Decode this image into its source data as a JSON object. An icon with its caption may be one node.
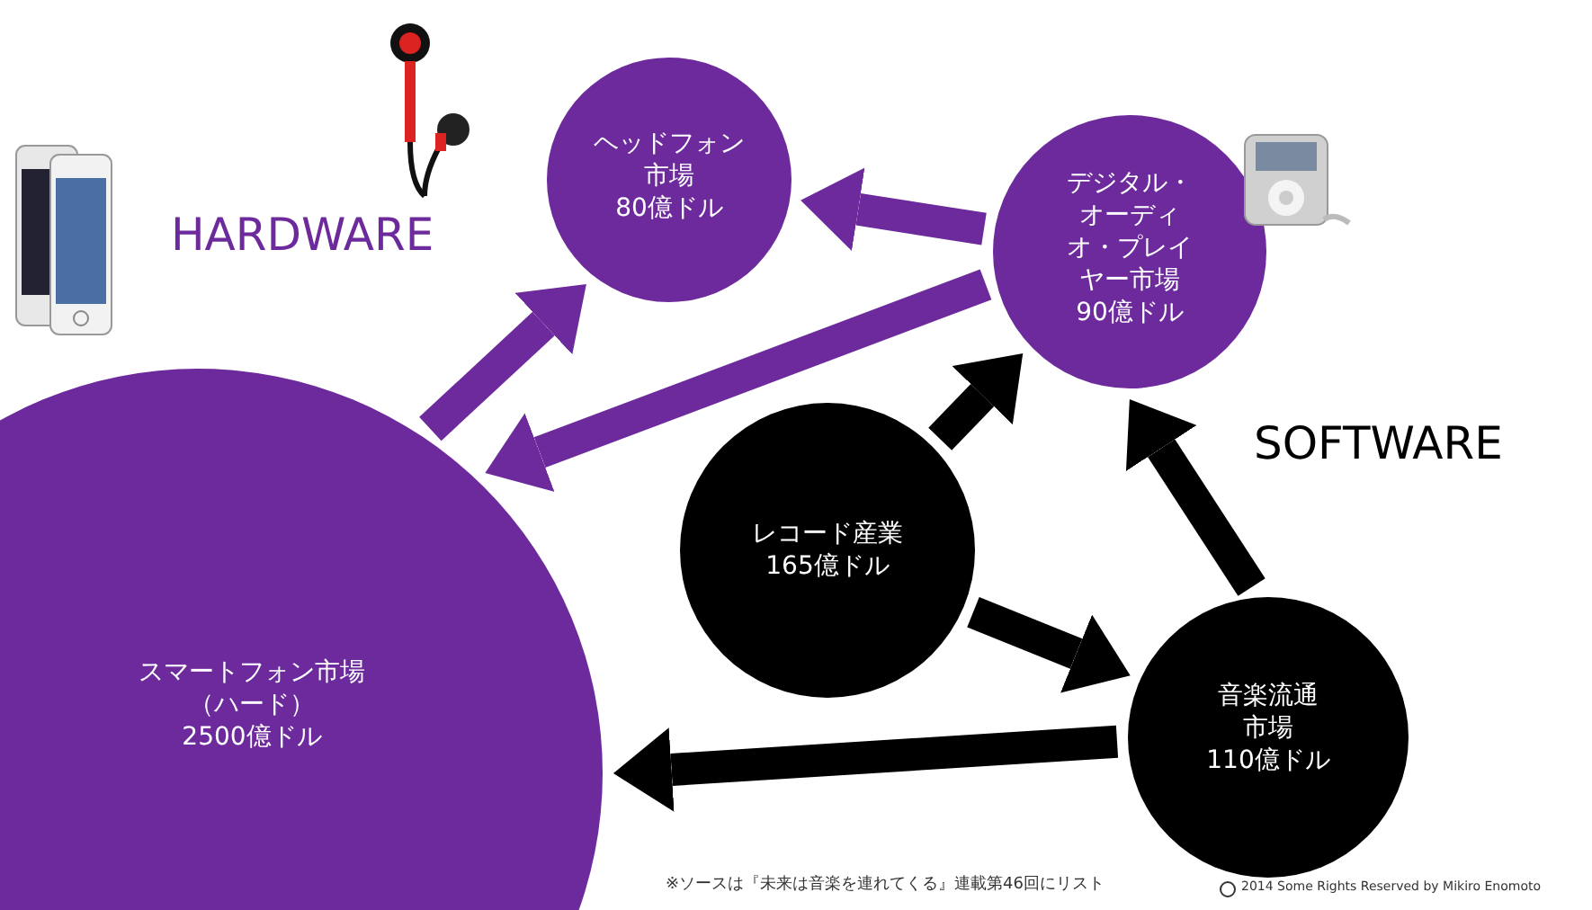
{
  "diagram": {
    "nodes": [
      {
        "text": [
          "スマートフォン市場（ハード）",
          "2500億ドル"
        ]
      },
      {
        "text": [
          "ヘッドフォン市場",
          "80億ドル"
        ]
      },
      {
        "text": [
          "デジタル・オーディオ・プレイヤー市場",
          "90億ドル"
        ]
      },
      {
        "text": [
          "レコード産業",
          "165億ドル"
        ]
      },
      {
        "text": [
          "音楽流通市場",
          "110億ドル"
        ]
      }
    ],
    "edges": [
      {
        "from": 2,
        "to": 1,
        "arrow": "to",
        "color": "#6c2a9c"
      },
      {
        "from": 2,
        "to": 0,
        "arrow": "to",
        "color": "#6c2a9c"
      },
      {
        "from": 0,
        "to": 1,
        "arrow": "to",
        "color": "#6c2a9c"
      },
      {
        "from": 3,
        "to": 2,
        "arrow": "to"
      },
      {
        "from": 3,
        "to": 4,
        "arrow": "to"
      },
      {
        "from": 4,
        "to": 2,
        "arrow": "to"
      },
      {
        "from": 4,
        "to": 0,
        "arrow": "to"
      }
    ],
    "labels": [
      "HARDWARE",
      "SOFTWARE",
      "※ソースは『未来は音楽を連れてくる』連載第46回にリスト",
      "2014 Some Rights Reserved by Mikiro Enomoto"
    ]
  }
}
